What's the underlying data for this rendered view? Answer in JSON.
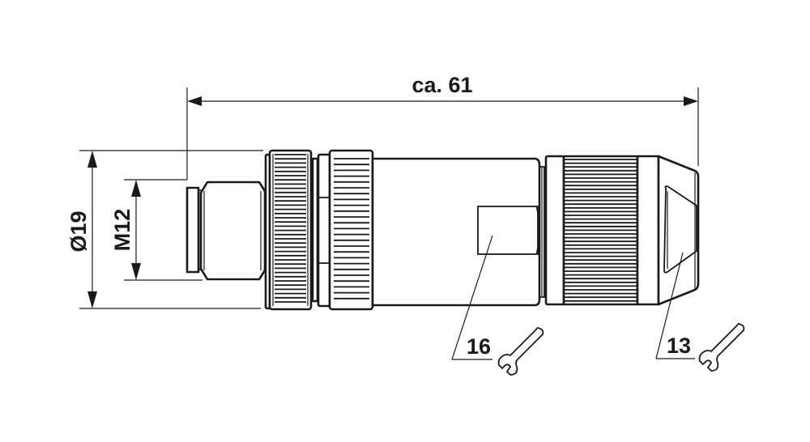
{
  "drawing": {
    "title": "M12 connector dimensional drawing",
    "line_color": "#1a1a1a",
    "background": "#ffffff"
  },
  "dimensions": {
    "overall_length": {
      "label": "ca. 61",
      "value": 61,
      "approx": true
    },
    "outer_diameter": {
      "label": "Ø19",
      "value": 19
    },
    "thread": {
      "label": "M12",
      "value": 12
    }
  },
  "wrench_callouts": [
    {
      "label": "16",
      "size": 16,
      "icon": "wrench-icon",
      "target": "body-flats"
    },
    {
      "label": "13",
      "size": 13,
      "icon": "wrench-icon",
      "target": "cable-gland-cap"
    }
  ]
}
